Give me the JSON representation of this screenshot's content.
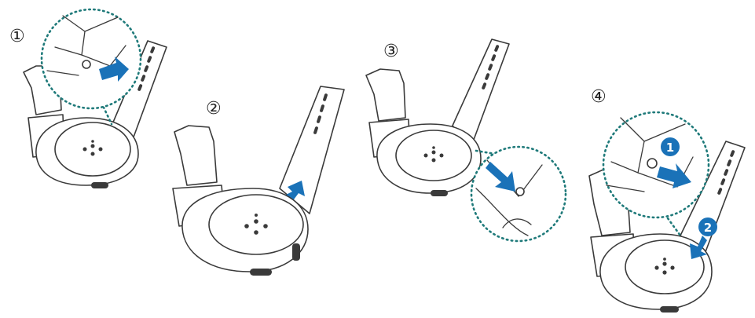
{
  "steps": [
    {
      "marker": "①"
    },
    {
      "marker": "②"
    },
    {
      "marker": "③"
    },
    {
      "marker": "④",
      "badges": [
        "1",
        "2"
      ]
    }
  ],
  "colors": {
    "line_art": "#3a3a3a",
    "callout_dots": "#1f7a7a",
    "arrow_blue": "#1a72b8"
  }
}
